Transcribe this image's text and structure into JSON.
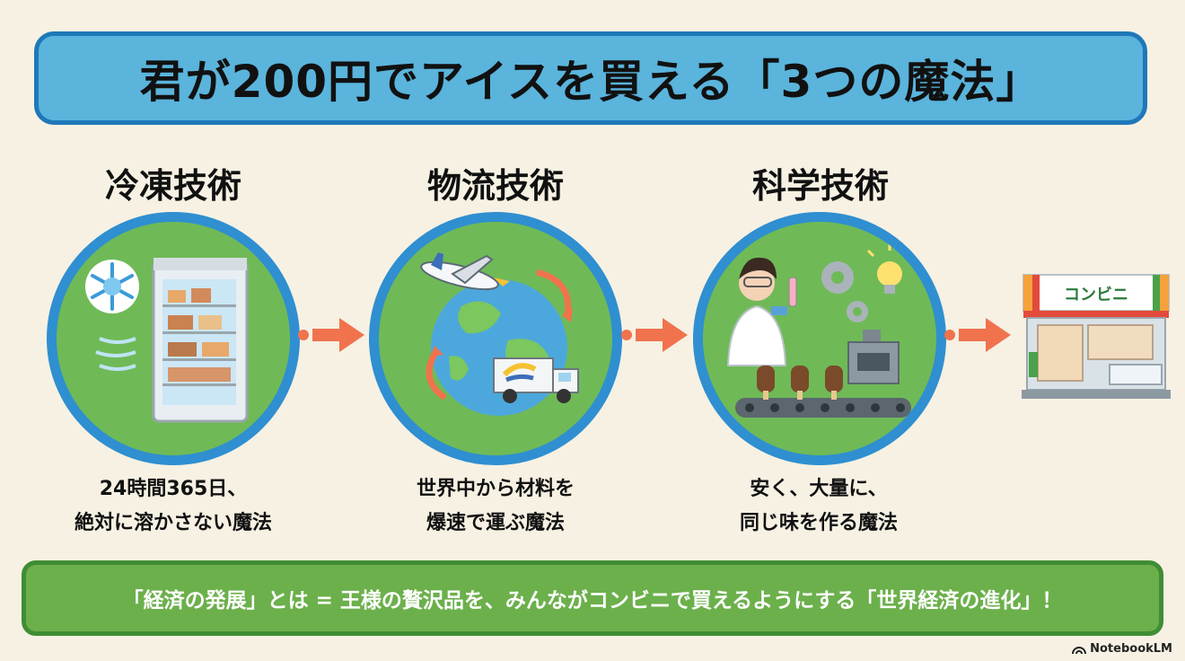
{
  "title": "君が200円でアイスを買える「3つの魔法」",
  "columns": [
    {
      "heading": "冷凍技術",
      "line1": "24時間365日、",
      "line2": "絶対に溶かさない魔法"
    },
    {
      "heading": "物流技術",
      "line1": "世界中から材料を",
      "line2": "爆速で運ぶ魔法"
    },
    {
      "heading": "科学技術",
      "line1": "安く、大量に、",
      "line2": "同じ味を作る魔法"
    }
  ],
  "store": {
    "sign": "コンビニ"
  },
  "footer": "「経済の発展」とは = 王様の贅沢品を、みんながコンビニで買えるようにする「世界経済の進化」！",
  "watermark": "NotebookLM",
  "colors": {
    "title_bg": "#5ab4dc",
    "title_border": "#1e78b8",
    "circle_fill": "#6fba57",
    "circle_border": "#2f8fd0",
    "arrow": "#f0734d",
    "footer_bg": "#6cb04c"
  }
}
